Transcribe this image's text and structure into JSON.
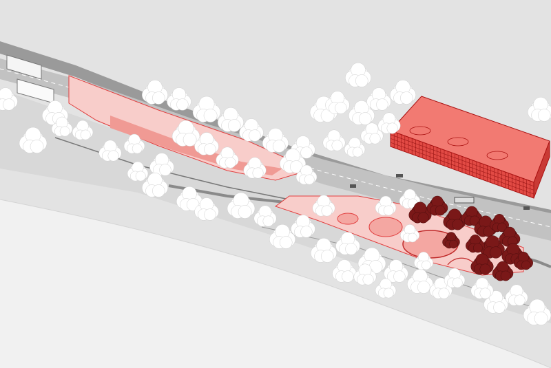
{
  "title": "",
  "colors": {
    "background": "#e6e6e6",
    "terrain_light": "#efefef",
    "terrain_mid": "#dcdcdc",
    "road": "#a9a9a9",
    "road_dark": "#8e8e8e",
    "accent_red": "#e24040",
    "accent_fill": "#f4a7a2",
    "accent_fill_light": "#f8cdca",
    "tree_white": "#ffffff",
    "tree_dark": "#7a1818"
  },
  "layers": {
    "terrain": "sloped-terrain",
    "roads": "railway-and-road-corridor",
    "highlight": "proposed-park-intervention",
    "building": "sports-hall-building",
    "trees": "existing-trees",
    "new_trees": "proposed-trees"
  }
}
